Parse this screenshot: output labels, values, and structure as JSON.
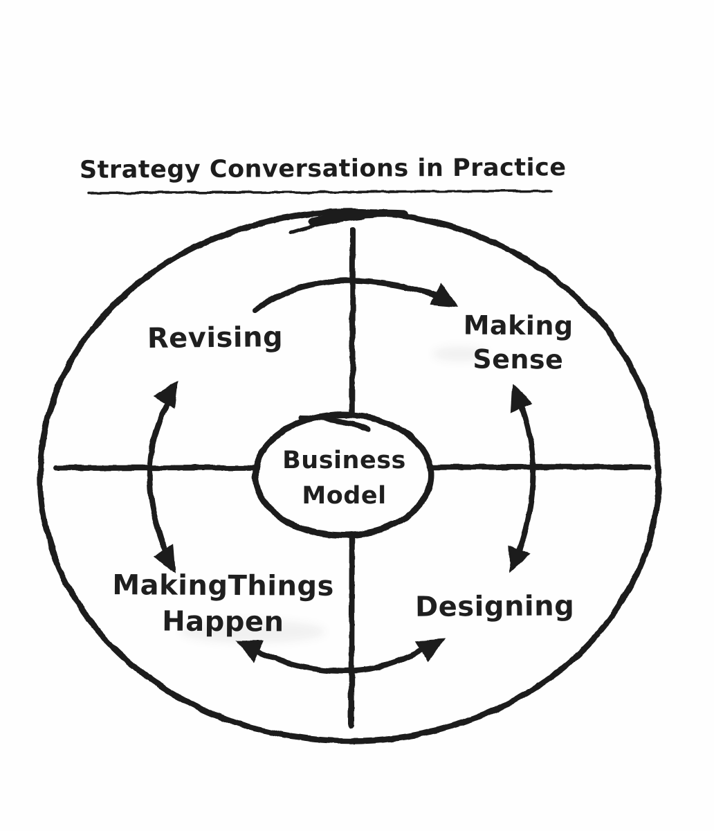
{
  "title": {
    "text": "Strategy Conversations in Practice"
  },
  "center": {
    "label": "Business Model"
  },
  "quadrants": {
    "top_left": "Revising",
    "top_right": "Making Sense",
    "bottom_left": "MakingThings Happen",
    "bottom_right": "Designing"
  },
  "diagram": {
    "style": "hand-drawn-sketch",
    "shapes": [
      "outer-ellipse",
      "horizontal-axis",
      "vertical-axis",
      "center-ellipse"
    ],
    "arrows": {
      "top": {
        "heads": "single",
        "direction": "revising-to-making-sense",
        "curve": "over-top"
      },
      "right": {
        "heads": "double",
        "between": "making-sense-and-designing"
      },
      "bottom": {
        "heads": "double",
        "between": "designing-and-making-things-happen"
      },
      "left": {
        "heads": "double",
        "between": "making-things-happen-and-revising"
      }
    }
  },
  "colors": {
    "ink": "#1d1d1d",
    "background": "#fefefe"
  }
}
